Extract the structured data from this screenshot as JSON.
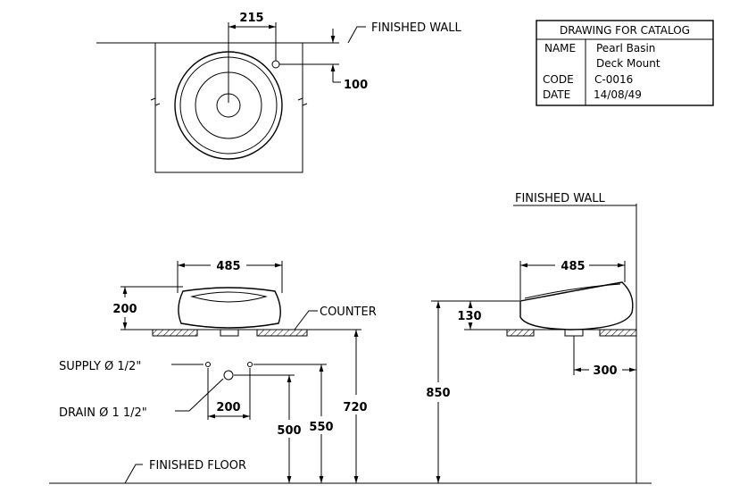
{
  "title_block": {
    "header": "DRAWING FOR CATALOG",
    "name_label": "NAME",
    "name_line1": "Pearl Basin",
    "name_line2": "Deck Mount",
    "code_label": "CODE",
    "code_value": "C-0016",
    "date_label": "DATE",
    "date_value": "14/08/49"
  },
  "labels": {
    "finished_wall_top": "FINISHED WALL",
    "finished_wall_side": "FINISHED WALL",
    "counter": "COUNTER",
    "supply": "SUPPLY Ø 1/2\"",
    "drain": "DRAIN Ø 1 1/2\"",
    "finished_floor": "FINISHED FLOOR"
  },
  "dimensions": {
    "plan_tap_offset": "215",
    "plan_wall_offset": "100",
    "front_width": "485",
    "front_height": "200",
    "supply_spacing": "200",
    "drain_height": "500",
    "supply_height": "550",
    "counter_height": "720",
    "side_width": "485",
    "side_height": "130",
    "side_drain_offset": "300",
    "side_rim_height": "850"
  }
}
